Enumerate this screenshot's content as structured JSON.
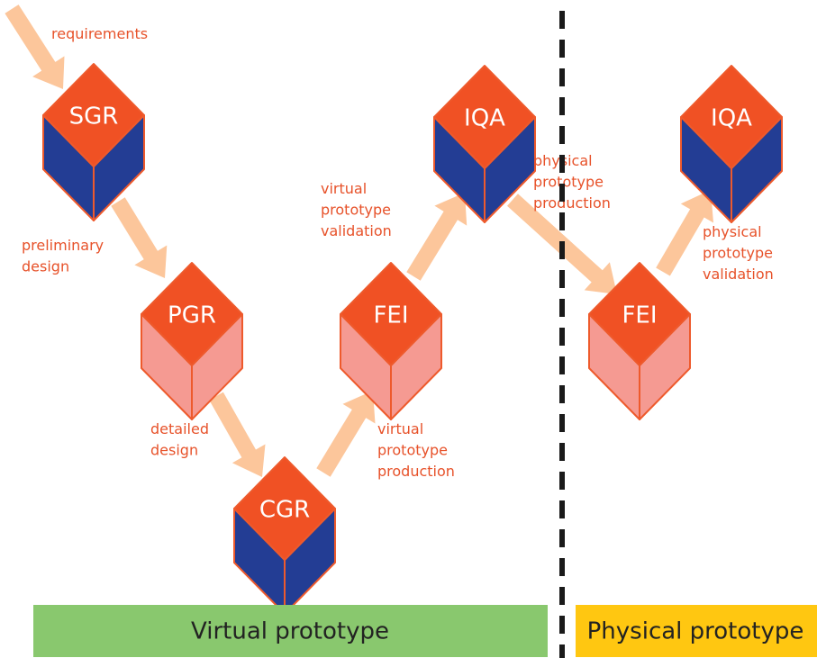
{
  "colors": {
    "cube_top": "#f05124",
    "cube_dark_side": "#233d94",
    "cube_light_side": "#f59a92",
    "cube_outline": "#ee5a2c",
    "arrow": "#fcc69b",
    "label_text": "#e7522a",
    "virtual_band": "#89c86e",
    "physical_band": "#ffc711",
    "divider": "#1a1a1a"
  },
  "cubes": [
    {
      "id": "sgr",
      "label": "SGR",
      "side": "dark"
    },
    {
      "id": "pgr",
      "label": "PGR",
      "side": "light"
    },
    {
      "id": "cgr",
      "label": "CGR",
      "side": "dark"
    },
    {
      "id": "fei-virtual",
      "label": "FEI",
      "side": "light"
    },
    {
      "id": "iqa-virtual",
      "label": "IQA",
      "side": "dark"
    },
    {
      "id": "fei-physical",
      "label": "FEI",
      "side": "light"
    },
    {
      "id": "iqa-physical",
      "label": "IQA",
      "side": "dark"
    }
  ],
  "step_labels": [
    {
      "id": "requirements",
      "lines": [
        "requirements"
      ]
    },
    {
      "id": "preliminary-design",
      "lines": [
        "preliminary",
        "design"
      ]
    },
    {
      "id": "detailed-design",
      "lines": [
        "detailed",
        "design"
      ]
    },
    {
      "id": "virtual-prototype-production",
      "lines": [
        "virtual",
        "prototype",
        "production"
      ]
    },
    {
      "id": "virtual-prototype-validation",
      "lines": [
        "virtual",
        "prototype",
        "validation"
      ]
    },
    {
      "id": "physical-prototype-production",
      "lines": [
        "physical",
        "prototype",
        "production"
      ]
    },
    {
      "id": "physical-prototype-validation",
      "lines": [
        "physical",
        "prototype",
        "validation"
      ]
    }
  ],
  "bands": {
    "virtual": "Virtual prototype",
    "physical": "Physical prototype"
  }
}
